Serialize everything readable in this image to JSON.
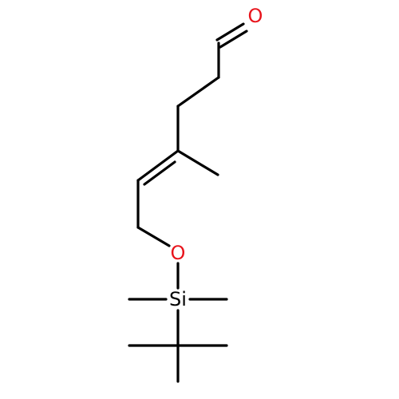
{
  "molecule": {
    "bond_color": "#000000",
    "atoms": {
      "oxygen_carbonyl": {
        "label": "O",
        "color": "#e8141c"
      },
      "oxygen_ether": {
        "label": "O",
        "color": "#e8141c"
      },
      "silicon": {
        "label": "Si",
        "color": "#000000"
      }
    }
  }
}
